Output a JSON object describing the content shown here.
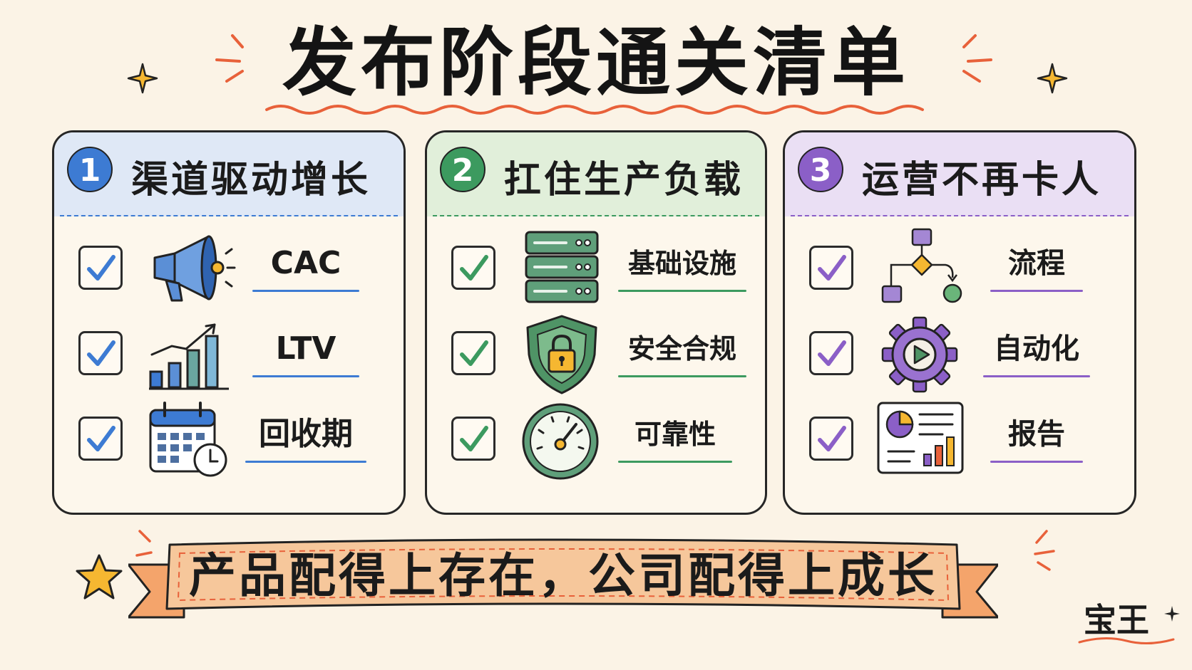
{
  "title": "发布阶段通关清单",
  "colors": {
    "blue": "#3d7bd3",
    "green": "#3c9a5f",
    "purple": "#8b5fc7",
    "orange": "#e8613a",
    "star": "#f5b731"
  },
  "panels": [
    {
      "number": "1",
      "title": "渠道驱动增长",
      "items": [
        {
          "label": "CAC",
          "checked": true,
          "icon": "megaphone-icon"
        },
        {
          "label": "LTV",
          "checked": true,
          "icon": "growth-chart-icon"
        },
        {
          "label": "回收期",
          "checked": true,
          "icon": "calendar-clock-icon"
        }
      ]
    },
    {
      "number": "2",
      "title": "扛住生产负载",
      "items": [
        {
          "label": "基础设施",
          "checked": true,
          "icon": "server-icon"
        },
        {
          "label": "安全合规",
          "checked": true,
          "icon": "shield-lock-icon"
        },
        {
          "label": "可靠性",
          "checked": true,
          "icon": "gauge-icon"
        }
      ]
    },
    {
      "number": "3",
      "title": "运营不再卡人",
      "items": [
        {
          "label": "流程",
          "checked": true,
          "icon": "flowchart-icon"
        },
        {
          "label": "自动化",
          "checked": true,
          "icon": "gear-play-icon"
        },
        {
          "label": "报告",
          "checked": true,
          "icon": "report-icon"
        }
      ]
    }
  ],
  "banner": "产品配得上存在，公司配得上成长",
  "signature": "宝王"
}
